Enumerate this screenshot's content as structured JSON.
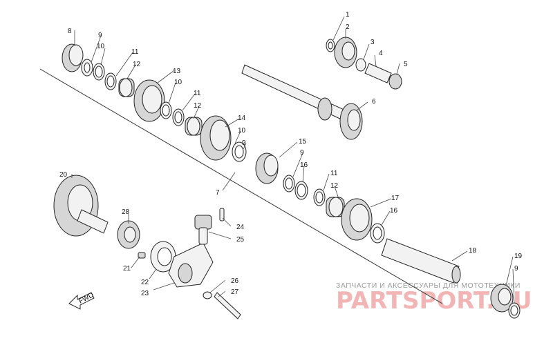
{
  "watermark": {
    "top_text": "ЗАПЧАСТИ И АКСЕССУАРЫ ДЛЯ МОТОТЕХНИКИ",
    "brand_text": "PARTSPORT.RU",
    "brand_color": "#f0a9a9"
  },
  "direction_label": "FWD",
  "callouts": [
    {
      "id": "c1",
      "text": "1"
    },
    {
      "id": "c2",
      "text": "2"
    },
    {
      "id": "c3",
      "text": "3"
    },
    {
      "id": "c4",
      "text": "4"
    },
    {
      "id": "c5",
      "text": "5"
    },
    {
      "id": "c6",
      "text": "6"
    },
    {
      "id": "c7",
      "text": "7"
    },
    {
      "id": "c8",
      "text": "8"
    },
    {
      "id": "c9a",
      "text": "9"
    },
    {
      "id": "c10a",
      "text": "10"
    },
    {
      "id": "c11a",
      "text": "11"
    },
    {
      "id": "c12a",
      "text": "12"
    },
    {
      "id": "c13",
      "text": "13"
    },
    {
      "id": "c10b",
      "text": "10"
    },
    {
      "id": "c11b",
      "text": "11"
    },
    {
      "id": "c12b",
      "text": "12"
    },
    {
      "id": "c14",
      "text": "14"
    },
    {
      "id": "c10c",
      "text": "10"
    },
    {
      "id": "c9b",
      "text": "9"
    },
    {
      "id": "c15",
      "text": "15"
    },
    {
      "id": "c9c",
      "text": "9"
    },
    {
      "id": "c16a",
      "text": "16"
    },
    {
      "id": "c11c",
      "text": "11"
    },
    {
      "id": "c12c",
      "text": "12"
    },
    {
      "id": "c17",
      "text": "17"
    },
    {
      "id": "c16b",
      "text": "16"
    },
    {
      "id": "c18",
      "text": "18"
    },
    {
      "id": "c19",
      "text": "19"
    },
    {
      "id": "c9d",
      "text": "9"
    },
    {
      "id": "c20",
      "text": "20"
    },
    {
      "id": "c28",
      "text": "28"
    },
    {
      "id": "c21",
      "text": "21"
    },
    {
      "id": "c22",
      "text": "22"
    },
    {
      "id": "c23",
      "text": "23"
    },
    {
      "id": "c24",
      "text": "24"
    },
    {
      "id": "c25",
      "text": "25"
    },
    {
      "id": "c26",
      "text": "26"
    },
    {
      "id": "c27",
      "text": "27"
    }
  ]
}
